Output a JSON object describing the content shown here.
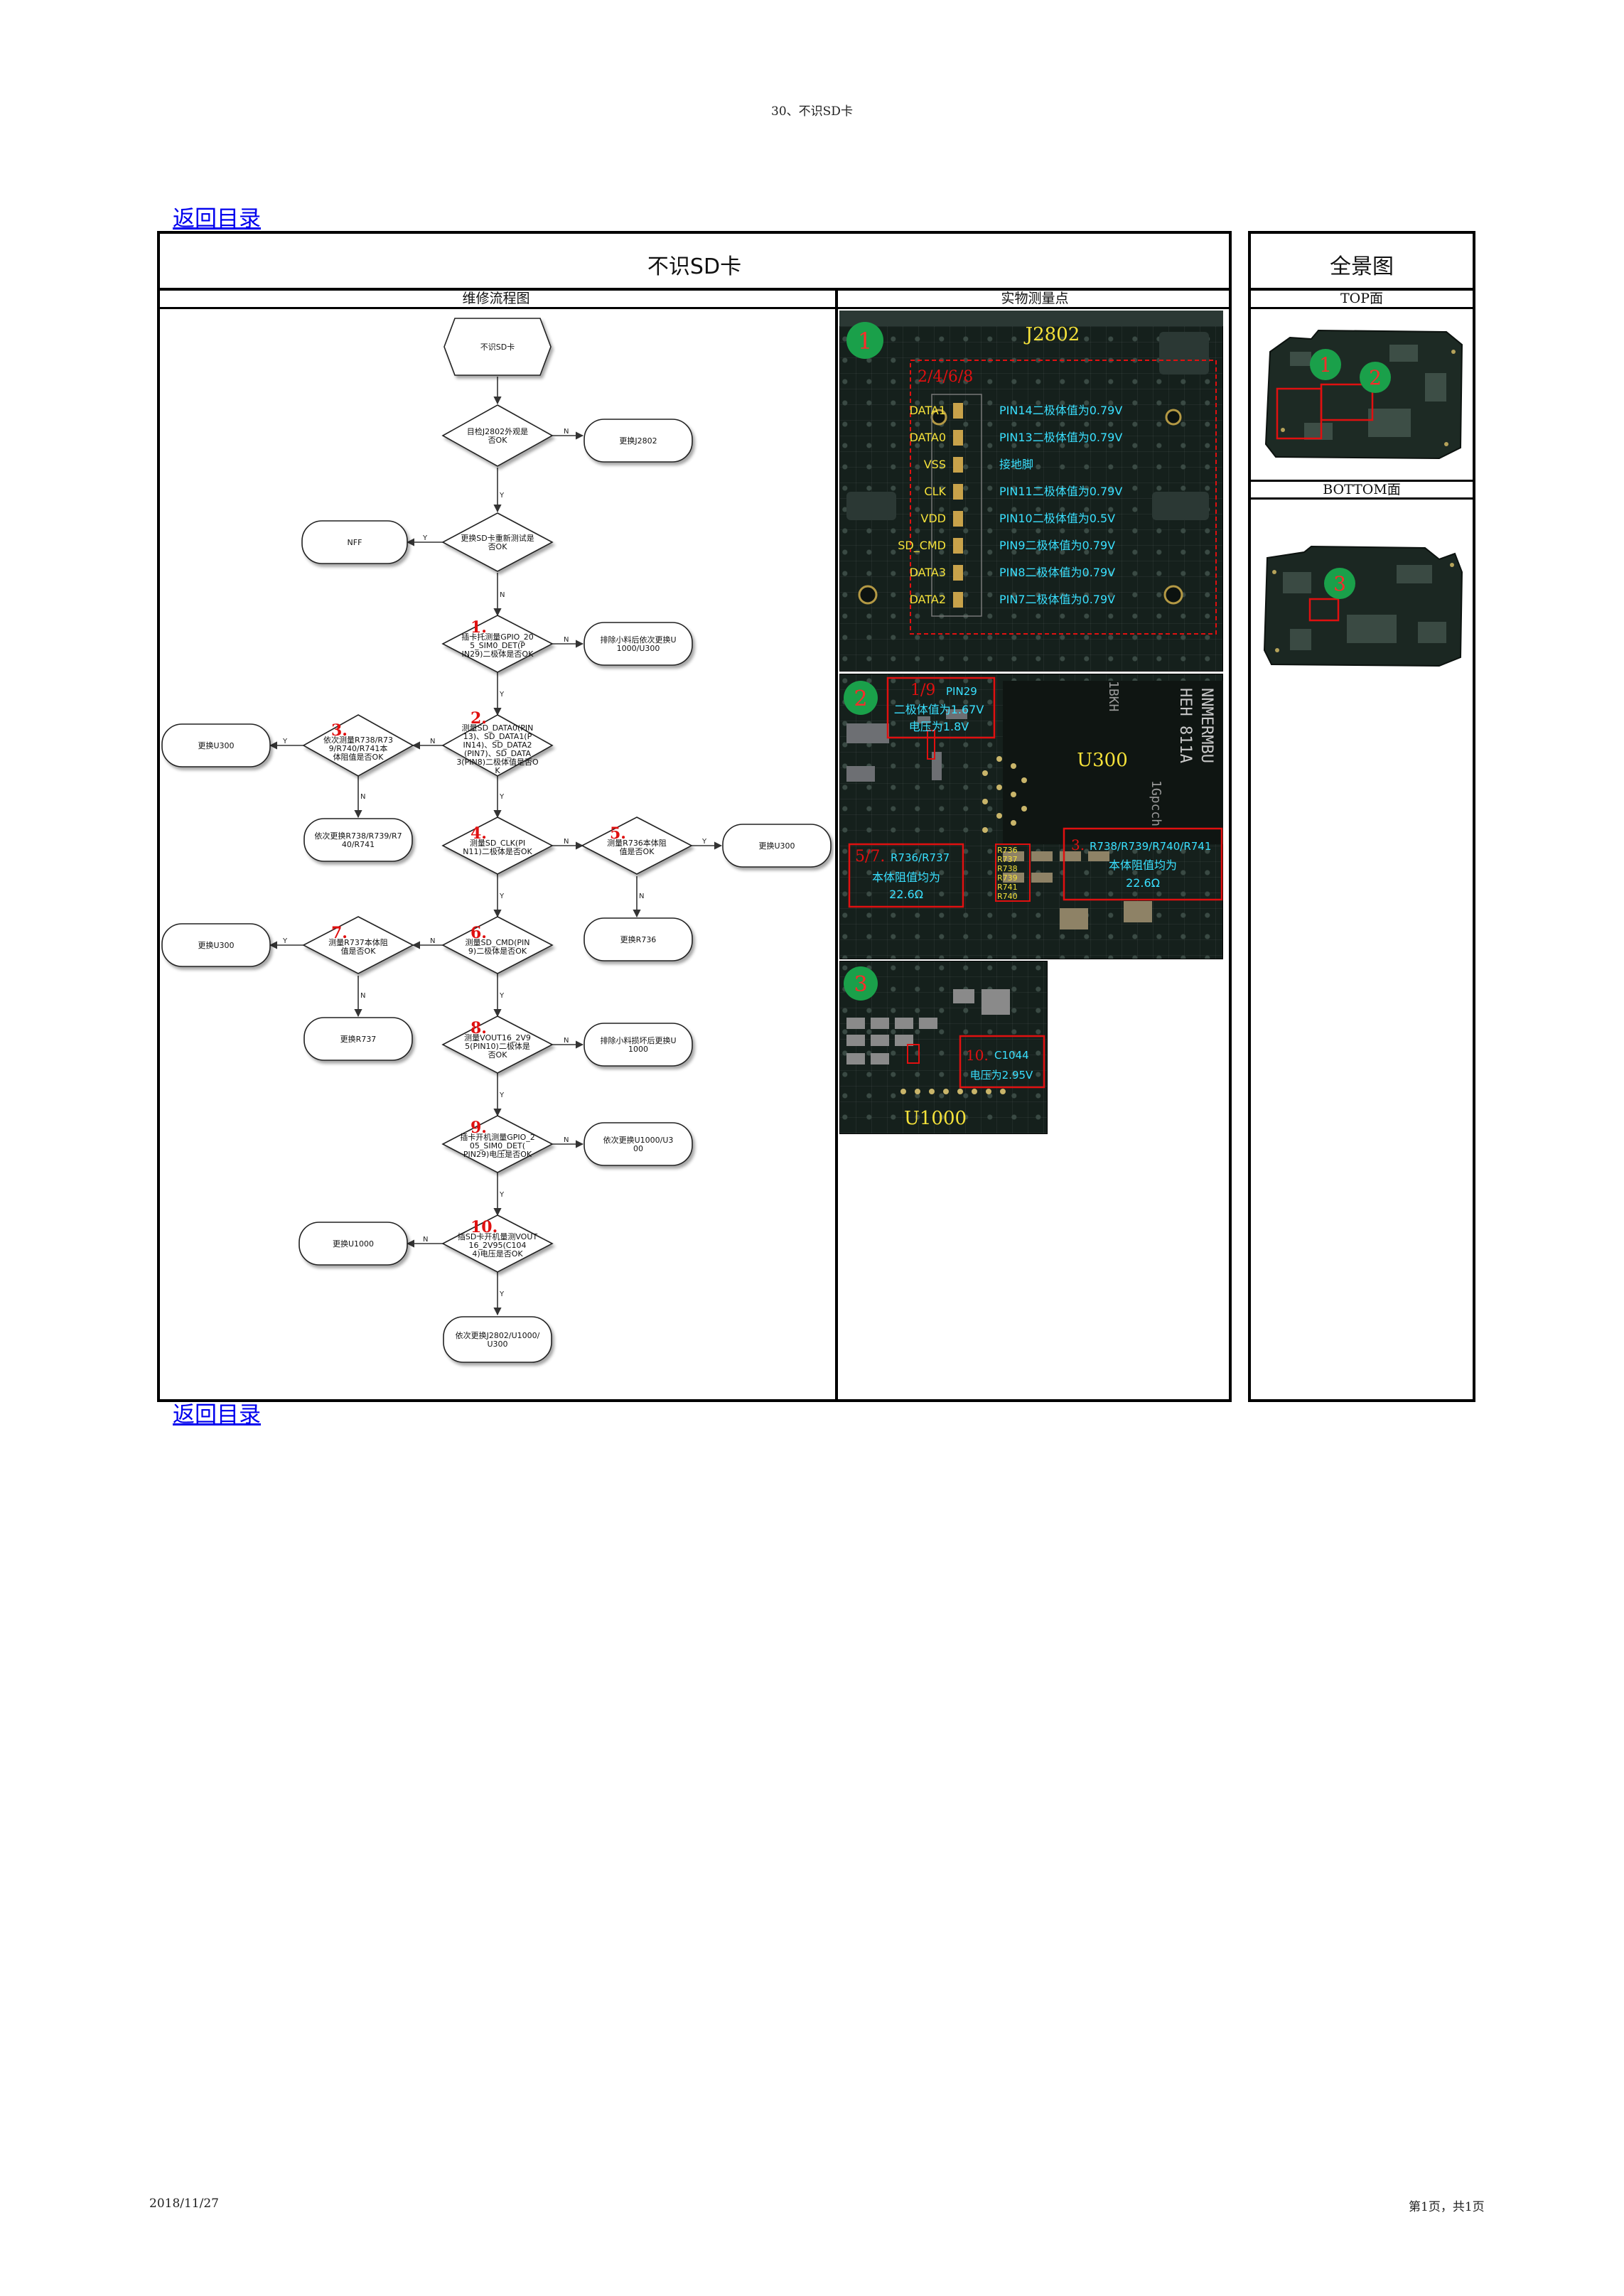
{
  "header": {
    "title": "30、不识SD卡"
  },
  "nav": {
    "back_label": "返回目录"
  },
  "main": {
    "title": "不识SD卡",
    "flow_header": "维修流程图",
    "measure_header": "实物测量点"
  },
  "overview": {
    "title": "全景图",
    "top_label": "TOP面",
    "bottom_label": "BOTTOM面",
    "markers": [
      "1",
      "2",
      "3"
    ]
  },
  "flow": {
    "start": "不识SD卡",
    "d_j2802": "目检J2802外观是否OK",
    "r_j2802": "更换J2802",
    "d_reinsert": "更换SD卡重新测试是否OK",
    "r_nff": "NFF",
    "s1": "1.",
    "d1": "插卡托测量GPIO_205_SIM0_DET(PIN29)二极体是否OK",
    "r1": "排除小料后依次更换U1000/U300",
    "s2": "2.",
    "d2": "测量SD_DATA0(PIN13)、SD_DATA1(PIN14)、SD_DATA2(PIN7)、SD_DATA3(PIN8)二极体值是否OK",
    "s3": "3.",
    "d3": "依次测量R738/R739/R740/R741本体阻值是否OK",
    "r3y": "更换U300",
    "r3n": "依次更换R738/R739/R740/R741",
    "s4": "4.",
    "d4": "测量SD_CLK(PIN11)二极体是否OK",
    "s5": "5.",
    "d5": "测量R736本体阻值是否OK",
    "r5y": "更换U300",
    "r5n": "更换R736",
    "s6": "6.",
    "d6": "测量SD_CMD(PIN9)二极体是否OK",
    "s7": "7.",
    "d7": "测量R737本体阻值是否OK",
    "r7y": "更换U300",
    "r7n": "更换R737",
    "s8": "8.",
    "d8": "测量VOUT16_2V95(PIN10)二极体是否OK",
    "r8": "排除小料损坏后更换U1000",
    "s9": "9.",
    "d9": "插卡开机测量GPIO_205_SIM0_DET(PIN29)电压是否OK",
    "r9": "依次更换U1000/U300",
    "s10": "10.",
    "d10": "插SD卡开机量测VOUT16_2V95(C1044)电压是否OK",
    "r10": "更换U1000",
    "end": "依次更换J2802/U1000/U300",
    "y": "Y",
    "n": "N"
  },
  "photo1": {
    "marker": "1",
    "title": "J2802",
    "group": "2/4/6/8",
    "pins": [
      "DATA1",
      "DATA0",
      "VSS",
      "CLK",
      "VDD",
      "SD_CMD",
      "DATA3",
      "DATA2"
    ],
    "values": [
      "PIN14二极体值为0.79V",
      "PIN13二极体值为0.79V",
      "接地脚",
      "PIN11二极体值为0.79V",
      "PIN10二极体值为0.5V",
      "PIN9二极体值为0.79V",
      "PIN8二极体值为0.79V",
      "PIN7二极体值为0.79V"
    ]
  },
  "photo2": {
    "marker": "2",
    "chip": "U300",
    "note1_num": "1/9",
    "note1_pin": "PIN29",
    "note1_l2": "二极体值为1.67V",
    "note1_l3": "电压为1.8V",
    "note2_num": "5/7.",
    "note2_l1": "R736/R737",
    "note2_l2": "本体阻值均为",
    "note2_l3": "22.6Ω",
    "note3_num": "3.",
    "note3_l1": "R738/R739/R740/R741",
    "note3_l2": "本体阻值均为",
    "note3_l3": "22.6Ω",
    "labels": [
      "R736",
      "R737",
      "R738",
      "R739",
      "R741",
      "R740"
    ],
    "silk1": "NNMERMBU",
    "silk2": "HEH  811A",
    "silk3": "1BKH",
    "silk4": "1Gpcch"
  },
  "photo3": {
    "marker": "3",
    "chip": "U1000",
    "num": "10.",
    "cap": "C1044",
    "volt": "电压为2.95V"
  },
  "footer": {
    "date": "2018/11/27",
    "page": "第1页，共1页"
  },
  "colors": {
    "accent_red": "#e01010",
    "annotation_cyan": "#39e0ff",
    "annotation_yellow": "#f5e23a",
    "marker_green": "#1aa04a"
  }
}
